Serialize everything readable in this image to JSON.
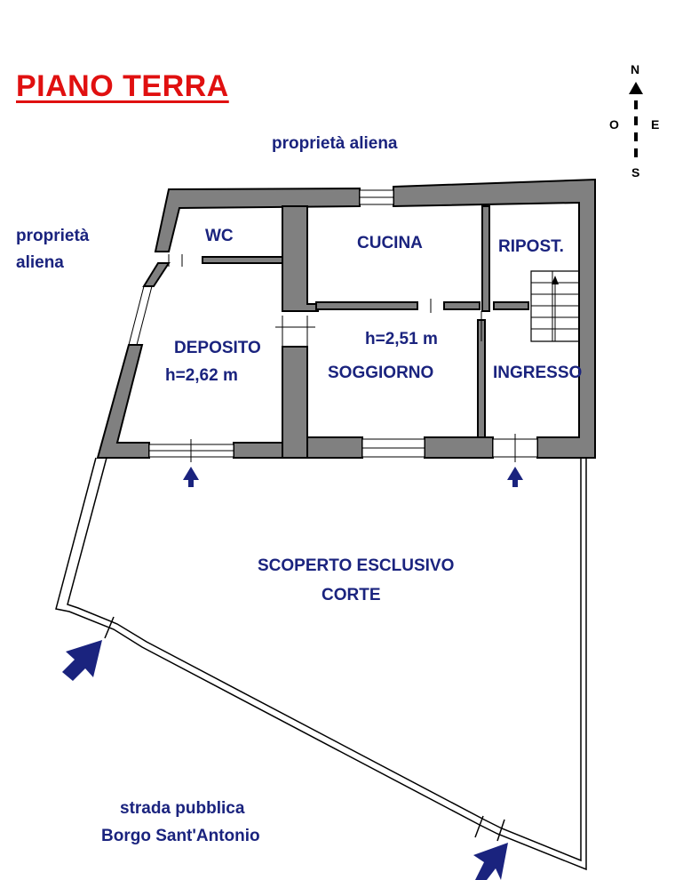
{
  "title": "PIANO TERRA",
  "compass": {
    "north": "N",
    "south": "S",
    "east": "E",
    "west": "O"
  },
  "labels": {
    "north_neighbor": "proprietà aliena",
    "west_neighbor_line1": "proprietà",
    "west_neighbor_line2": "aliena",
    "road_line1": "strada pubblica",
    "road_line2": "Borgo Sant'Antonio",
    "courtyard_line1": "SCOPERTO ESCLUSIVO",
    "courtyard_line2": "CORTE"
  },
  "rooms": {
    "wc": "WC",
    "cucina": "CUCINA",
    "ripost": "RIPOST.",
    "deposito": "DEPOSITO",
    "deposito_height": "h=2,62 m",
    "soggiorno_height": "h=2,51 m",
    "soggiorno": "SOGGIORNO",
    "ingresso": "INGRESSO"
  },
  "colors": {
    "title": "#e01010",
    "text": "#1a237e",
    "wall": "#808080",
    "arrow": "#1a237e"
  }
}
